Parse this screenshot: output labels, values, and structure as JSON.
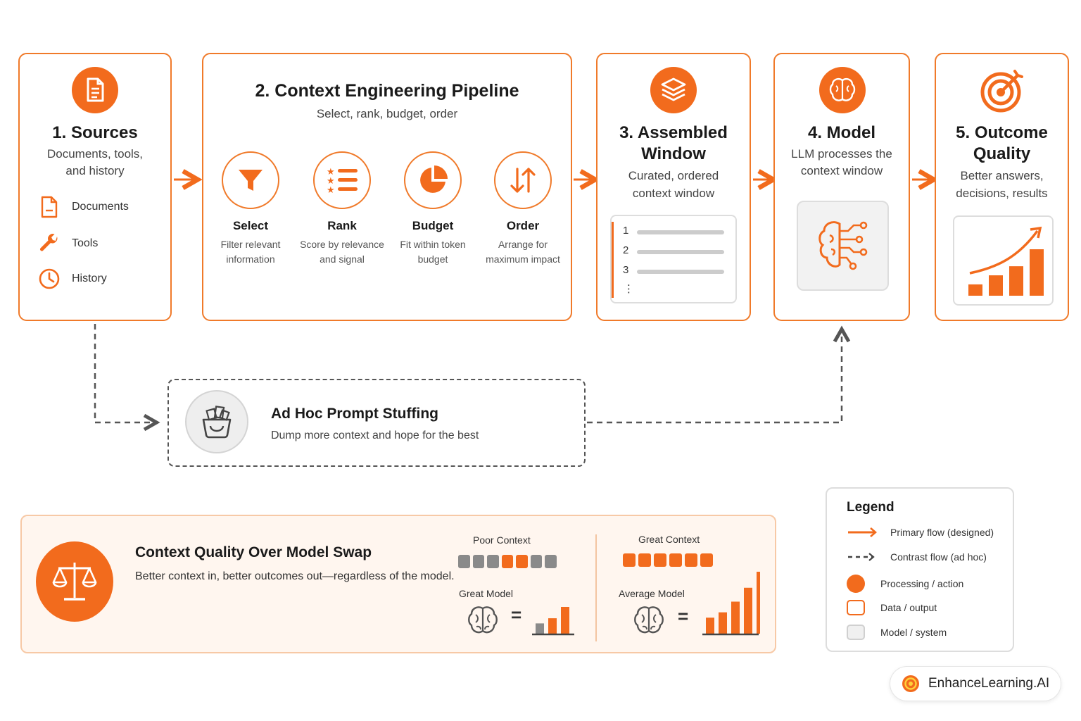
{
  "sources": {
    "title": "1. Sources",
    "subtitle_line1": "Documents, tools,",
    "subtitle_line2": "and history",
    "items": [
      {
        "label": "Documents",
        "icon": "document-icon"
      },
      {
        "label": "Tools",
        "icon": "wrench-icon"
      },
      {
        "label": "History",
        "icon": "clock-icon"
      }
    ]
  },
  "pipeline": {
    "title": "2. Context Engineering Pipeline",
    "subtitle": "Select, rank, budget, order",
    "steps": [
      {
        "name": "Select",
        "desc_line1": "Filter relevant",
        "desc_line2": "information",
        "icon": "funnel-icon"
      },
      {
        "name": "Rank",
        "desc_line1": "Score by relevance",
        "desc_line2": "and signal",
        "icon": "ranked-list-icon"
      },
      {
        "name": "Budget",
        "desc_line1": "Fit within token",
        "desc_line2": "budget",
        "icon": "pie-chart-icon"
      },
      {
        "name": "Order",
        "desc_line1": "Arrange for",
        "desc_line2": "maximum impact",
        "icon": "sort-arrows-icon"
      }
    ]
  },
  "assembled": {
    "title_line1": "3. Assembled",
    "title_line2": "Window",
    "subtitle_line1": "Curated, ordered",
    "subtitle_line2": "context window",
    "rows": [
      "1",
      "2",
      "3",
      "⋮"
    ]
  },
  "model": {
    "title": "4. Model",
    "subtitle_line1": "LLM processes the",
    "subtitle_line2": "context window"
  },
  "outcome": {
    "title_line1": "5. Outcome",
    "title_line2": "Quality",
    "subtitle_line1": "Better answers,",
    "subtitle_line2": "decisions, results",
    "bars": [
      1,
      1.8,
      2.6,
      4.1
    ]
  },
  "adhoc": {
    "title": "Ad Hoc Prompt Stuffing",
    "subtitle": "Dump more context and hope for the best"
  },
  "comparison": {
    "title": "Context Quality Over Model Swap",
    "subtitle": "Better context in, better outcomes out—regardless of the model.",
    "left": {
      "context_label": "Poor Context",
      "model_label": "Great Model",
      "blocks": [
        "gray",
        "gray",
        "gray",
        "orange",
        "orange",
        "gray",
        "gray"
      ],
      "equals": "=",
      "bars": [
        1,
        1.5,
        2.6
      ]
    },
    "right": {
      "context_label": "Great Context",
      "model_label": "Average Model",
      "blocks": [
        "orange",
        "orange",
        "orange",
        "orange",
        "orange",
        "orange"
      ],
      "equals": "=",
      "bars": [
        1.5,
        2,
        3,
        4.3,
        5.8
      ]
    }
  },
  "legend": {
    "title": "Legend",
    "items": [
      {
        "label": "Primary flow (designed)",
        "symbol": "solid-arrow"
      },
      {
        "label": "Contrast flow (ad hoc)",
        "symbol": "dashed-arrow"
      },
      {
        "label": "Processing / action",
        "symbol": "filled-circle"
      },
      {
        "label": "Data / output",
        "symbol": "outlined-square"
      },
      {
        "label": "Model / system",
        "symbol": "gray-square"
      }
    ]
  },
  "brand": {
    "name": "EnhanceLearning.AI"
  },
  "colors": {
    "accent": "#f26b1d",
    "gray": "#8a8a8a",
    "dashed": "#555555"
  }
}
